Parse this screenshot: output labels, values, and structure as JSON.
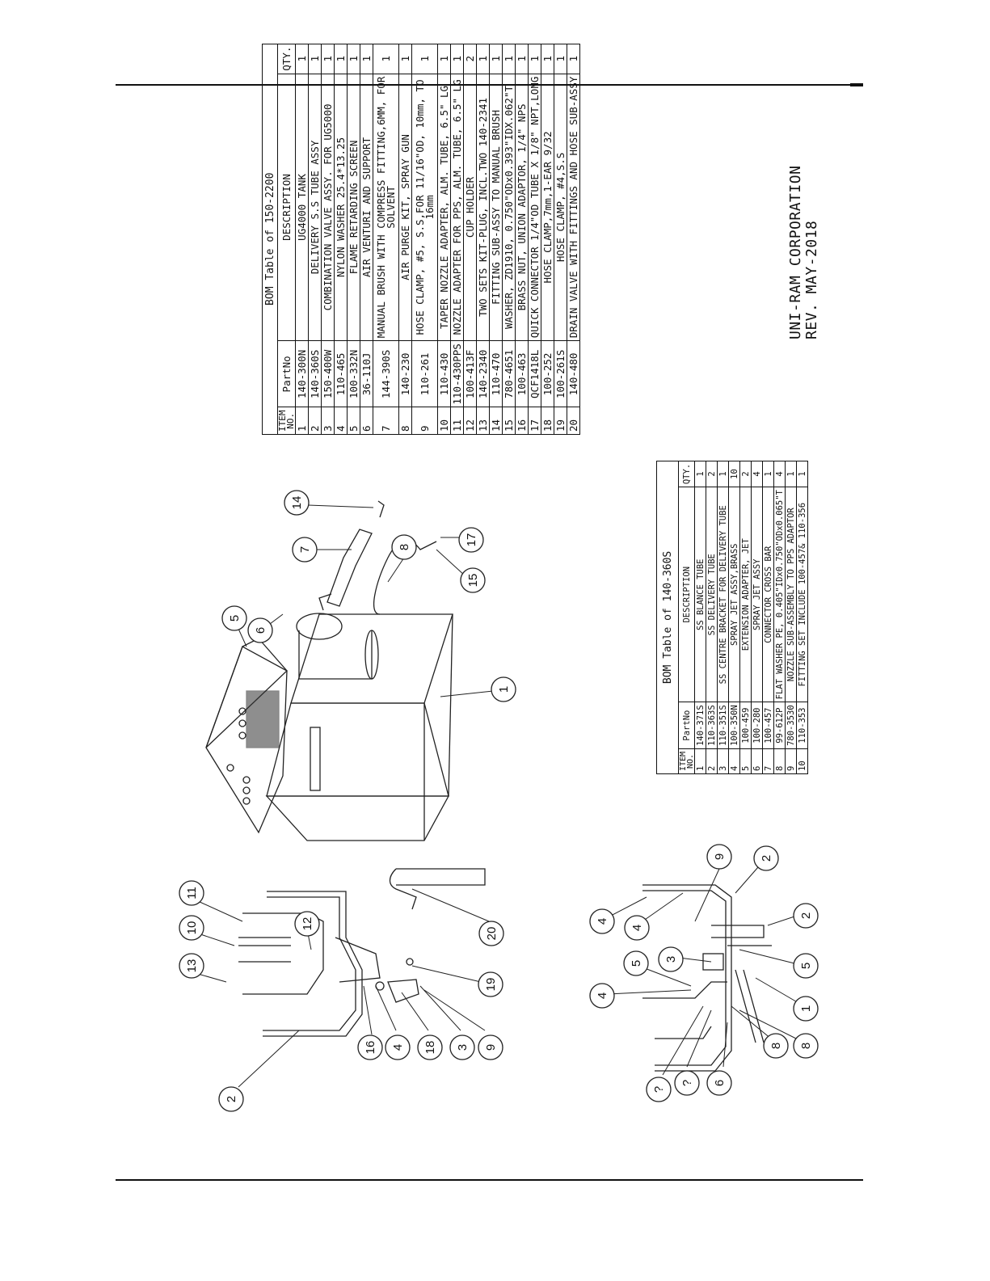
{
  "bom_main": {
    "title": "BOM Table of 150-2200",
    "headers": {
      "item": "ITEM NO.",
      "part": "PartNo",
      "desc": "DESCRIPTION",
      "qty": "QTY."
    },
    "rows": [
      {
        "item": "1",
        "part": "140-300N",
        "desc": "UG4000 TANK",
        "qty": "1"
      },
      {
        "item": "2",
        "part": "140-360S",
        "desc": "DELIVERY S.S TUBE ASSY",
        "qty": "1"
      },
      {
        "item": "3",
        "part": "150-400W",
        "desc": "COMBINATION VALVE ASSY. FOR UG5000",
        "qty": "1"
      },
      {
        "item": "4",
        "part": "110-465",
        "desc": "NYLON WASHER 25.4*13.25",
        "qty": "1"
      },
      {
        "item": "5",
        "part": "100-332N",
        "desc": "FLAME RETARDING SCREEN",
        "qty": "1"
      },
      {
        "item": "6",
        "part": "36-110J",
        "desc": "AIR VENTURI AND SUPPORT",
        "qty": "1"
      },
      {
        "item": "7",
        "part": "144-390S",
        "desc": "MANUAL BRUSH WITH COMPRESS FITTING,6MM, FOR SOLVENT",
        "qty": "1"
      },
      {
        "item": "8",
        "part": "140-230",
        "desc": "AIR PURGE KIT, SPRAY GUN",
        "qty": "1"
      },
      {
        "item": "9",
        "part": "110-261",
        "desc": "HOSE CLAMP, #5, S.S,FOR 11/16\"OD, 10mm, TO 16mm",
        "qty": "1"
      },
      {
        "item": "10",
        "part": "110-430",
        "desc": "TAPER NOZZLE ADAPTER, ALM. TUBE, 6.5\" LG",
        "qty": "1"
      },
      {
        "item": "11",
        "part": "110-430PPS",
        "desc": "NOZZLE ADAPTER FOR PPS, ALM. TUBE, 6.5\" LG",
        "qty": "1"
      },
      {
        "item": "12",
        "part": "100-413F",
        "desc": "CUP HOLDER",
        "qty": "2"
      },
      {
        "item": "13",
        "part": "140-2340",
        "desc": "TWO SETS KIT-PLUG, INCL.TWO 140-2341",
        "qty": "1"
      },
      {
        "item": "14",
        "part": "110-470",
        "desc": "FITTING SUB-ASSY TO MANUAL BRUSH",
        "qty": "1"
      },
      {
        "item": "15",
        "part": "780-4651",
        "desc": "WASHER, ZD1910, 0.750\"ODx0.393\"IDX.062\"T",
        "qty": "1"
      },
      {
        "item": "16",
        "part": "100-463",
        "desc": "BRASS NUT, UNION ADAPTOR, 1/4\" NPS",
        "qty": "1"
      },
      {
        "item": "17",
        "part": "QCF1418L",
        "desc": "QUICK CONNECTOR 1/4\"OD TUBE X 1/8\" NPT,LONG",
        "qty": "1"
      },
      {
        "item": "18",
        "part": "100-252",
        "desc": "HOSE CLAMP,7mm,1-EAR 9/32",
        "qty": "1"
      },
      {
        "item": "19",
        "part": "100-261S",
        "desc": "HOSE CLAMP, #4,S.S",
        "qty": "1"
      },
      {
        "item": "20",
        "part": "140-480",
        "desc": "DRAIN VALVE WITH FITTINGS AND HOSE SUB-ASSY",
        "qty": "1"
      }
    ]
  },
  "bom_sub": {
    "title": "BOM Table of 140-360S",
    "headers": {
      "item": "ITEM NO.",
      "part": "PartNo",
      "desc": "DESCRIPTION",
      "qty": "QTY."
    },
    "rows": [
      {
        "item": "1",
        "part": "140-371S",
        "desc": "SS BLANCE TUBE",
        "qty": "1"
      },
      {
        "item": "2",
        "part": "110-363S",
        "desc": "SS DELIVERY TUBE",
        "qty": "2"
      },
      {
        "item": "3",
        "part": "110-351S",
        "desc": "SS CENTRE BRACKET FOR DELIVERY TUBE",
        "qty": "1"
      },
      {
        "item": "4",
        "part": "100-350N",
        "desc": "SPRAY JET ASSY,BRASS",
        "qty": "10"
      },
      {
        "item": "5",
        "part": "100-459",
        "desc": "EXTENSION ADAPTER, JET",
        "qty": "2"
      },
      {
        "item": "6",
        "part": "100-280",
        "desc": "SPRAY JET ASSY",
        "qty": "4"
      },
      {
        "item": "7",
        "part": "100-457",
        "desc": "CONNECTOR CROSS BAR",
        "qty": "1"
      },
      {
        "item": "8",
        "part": "99-612P",
        "desc": "FLAT WASHER PE, 0.405\"IDx0.750\"ODx0.065\"T",
        "qty": "4"
      },
      {
        "item": "9",
        "part": "780-3530",
        "desc": "NOZZLE SUB-ASSEMBLY TO PPS ADAPTOR",
        "qty": "1"
      },
      {
        "item": "10",
        "part": "110-353",
        "desc": "FITTING SET INCLUDE 100-457& 110-356",
        "qty": "1"
      }
    ]
  },
  "footer": {
    "corp": "UNI-RAM CORPORATION",
    "rev": "REV. MAY-2018"
  },
  "callouts_main": [
    "14",
    "7",
    "8",
    "17",
    "15",
    "5",
    "6",
    "1",
    "11",
    "10",
    "12",
    "13",
    "2",
    "16",
    "4",
    "18",
    "3",
    "9",
    "19",
    "20"
  ],
  "callouts_sub": [
    "9",
    "2",
    "4",
    "4",
    "3",
    "5",
    "4",
    "2",
    "5",
    "1",
    "8",
    "8",
    "6",
    "?",
    "?"
  ]
}
